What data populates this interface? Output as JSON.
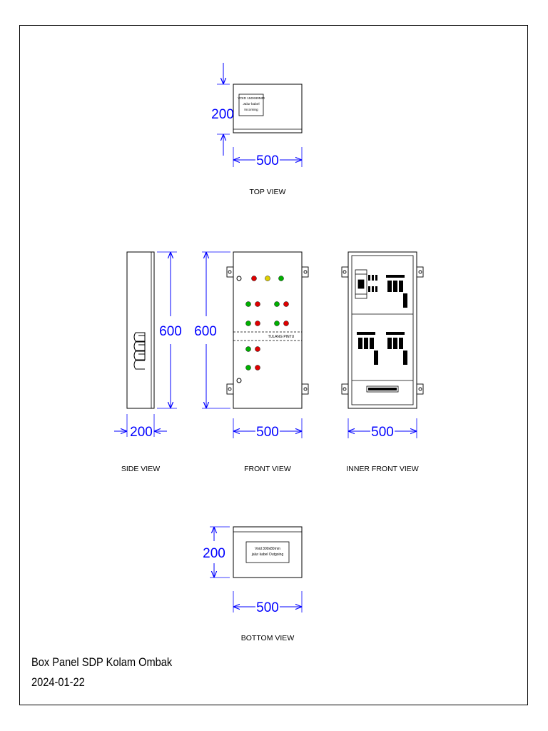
{
  "drawing": {
    "title": "Box Panel SDP Kolam Ombak",
    "date": "2024-01-22"
  },
  "views": {
    "top": {
      "label": "TOP VIEW",
      "width_dim": "500",
      "height_dim": "200",
      "note_lines": [
        "VOID 150X80MM",
        "Jalur kabel",
        "Incoming"
      ]
    },
    "side": {
      "label": "SIDE VIEW",
      "width_dim": "200",
      "height_dim": "600"
    },
    "front": {
      "label": "FRONT VIEW",
      "width_dim": "500",
      "height_dim": "600",
      "door_label": "TULANG PINTU"
    },
    "inner": {
      "label": "INNER FRONT VIEW",
      "width_dim": "500"
    },
    "bottom": {
      "label": "BOTTOM VIEW",
      "width_dim": "500",
      "height_dim": "200",
      "note_lines": [
        "Void 300x80mm",
        "jalur kabel Outgoing"
      ]
    }
  },
  "colors": {
    "line": "#000000",
    "dimension": "#0000ff",
    "lamp_red": "#e00000",
    "lamp_green": "#00b000",
    "lamp_yellow": "#e0d000"
  }
}
